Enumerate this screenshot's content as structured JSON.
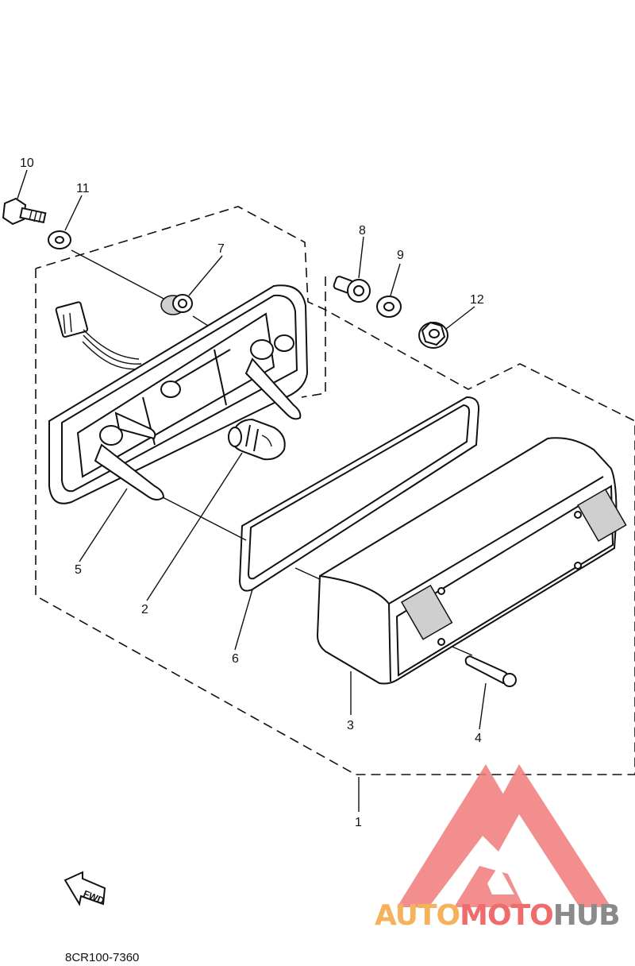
{
  "callouts": {
    "c1": "1",
    "c2": "2",
    "c3": "3",
    "c4": "4",
    "c5": "5",
    "c6": "6",
    "c7": "7",
    "c8": "8",
    "c9": "9",
    "c10": "10",
    "c11": "11",
    "c12": "12"
  },
  "fwd_label": "FWD",
  "drawing_code": "8CR100-7360",
  "watermark": {
    "part1": "AUTO",
    "part2": "MOTO",
    "part3": "HUB",
    "colors": {
      "orange": "#f6b25a",
      "red": "#f06b6b",
      "gray": "#8a8a8a",
      "logo": "#f27b7b"
    }
  }
}
